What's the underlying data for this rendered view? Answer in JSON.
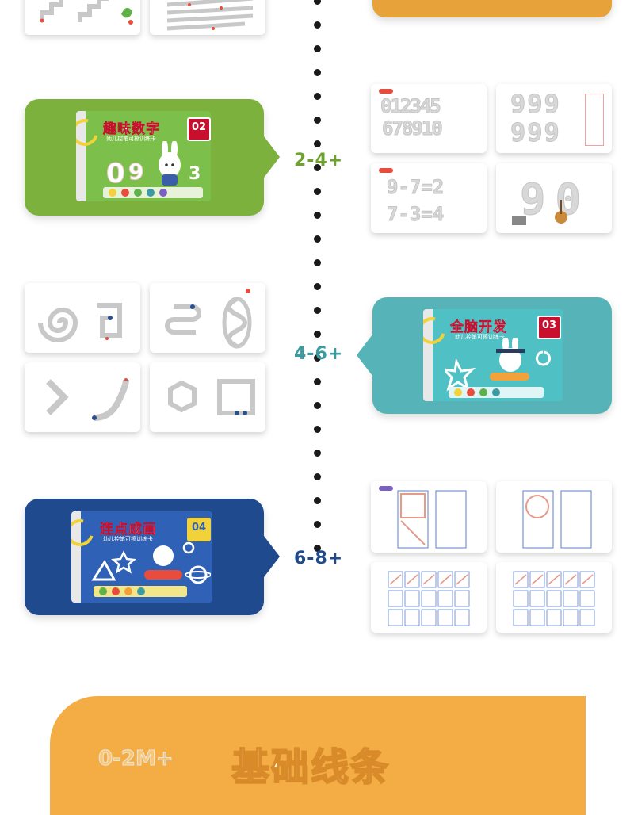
{
  "sections": [
    {
      "age": "2-4+",
      "age_color": "#6ea22f",
      "cover_title": "趣味数字",
      "cover_number": "02",
      "cover_subtitle": "幼儿控笔可擦训练卡",
      "panel_color": "#7bb13c",
      "cover_color": "#7cc04b"
    },
    {
      "age": "4-6+",
      "age_color": "#3a9ca2",
      "cover_title": "全脑开发",
      "cover_number": "03",
      "cover_subtitle": "幼儿控笔可擦训练卡",
      "panel_color": "#56b4b8",
      "cover_color": "#4fc1c4"
    },
    {
      "age": "6-8+",
      "age_color": "#1f4a8c",
      "cover_title": "连点成画",
      "cover_number": "04",
      "cover_subtitle": "幼儿控笔可擦训练卡",
      "panel_color": "#1f4b8e",
      "cover_color": "#2f62b6"
    }
  ],
  "number_cards": {
    "card1_row1": "012345",
    "card1_row2": "678910",
    "card2_row1": "999",
    "card2_row2": "999",
    "card3_row1": "9-7=2",
    "card3_row2": "7-3=4",
    "card4": "90"
  },
  "bottom_banner": {
    "age": "0-2M+",
    "title": "基础线条",
    "color": "#f4ad45"
  },
  "colors": {
    "timeline_dot": "#1a1a1a",
    "top_right_panel": "#e7a23a"
  }
}
